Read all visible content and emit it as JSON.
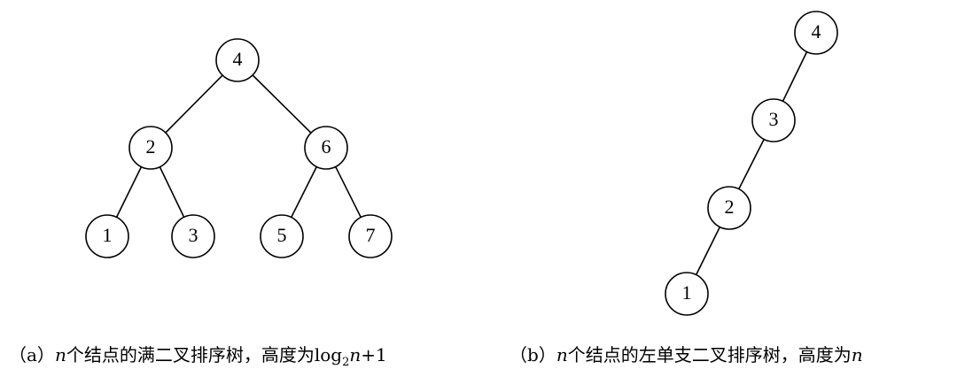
{
  "tree_a": {
    "nodes": [
      {
        "id": "a4",
        "label": "4"
      },
      {
        "id": "a2",
        "label": "2"
      },
      {
        "id": "a6",
        "label": "6"
      },
      {
        "id": "a1",
        "label": "1"
      },
      {
        "id": "a3",
        "label": "3"
      },
      {
        "id": "a5",
        "label": "5"
      },
      {
        "id": "a7",
        "label": "7"
      }
    ],
    "edges": [
      [
        "a4",
        "a2"
      ],
      [
        "a4",
        "a6"
      ],
      [
        "a2",
        "a1"
      ],
      [
        "a2",
        "a3"
      ],
      [
        "a6",
        "a5"
      ],
      [
        "a6",
        "a7"
      ]
    ]
  },
  "tree_b": {
    "nodes": [
      {
        "id": "b4",
        "label": "4"
      },
      {
        "id": "b3",
        "label": "3"
      },
      {
        "id": "b2",
        "label": "2"
      },
      {
        "id": "b1",
        "label": "1"
      }
    ],
    "edges": [
      [
        "b4",
        "b3"
      ],
      [
        "b3",
        "b2"
      ],
      [
        "b2",
        "b1"
      ]
    ]
  },
  "caption_a": {
    "prefix": "（a）",
    "n": "n",
    "text": "个结点的满二叉排序树，高度为log",
    "sub": "2",
    "n2": "n",
    "suffix": "+1"
  },
  "caption_b": {
    "prefix": "（b）",
    "n": "n",
    "text": "个结点的左单支二叉排序树，高度为",
    "n2": "n"
  }
}
